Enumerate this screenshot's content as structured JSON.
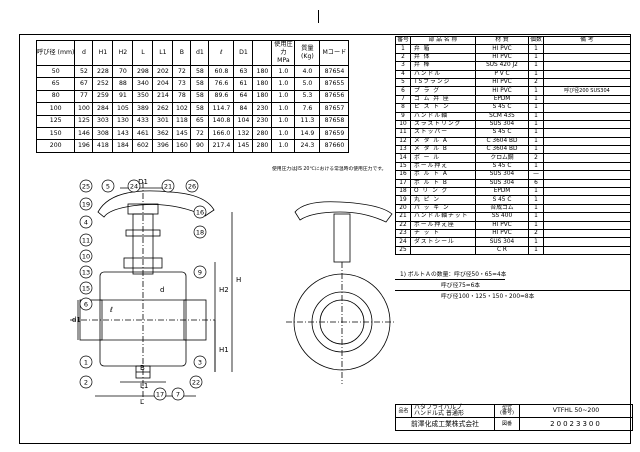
{
  "dimension_table": {
    "header": [
      "呼び径\n(mm)",
      "d",
      "H1",
      "H2",
      "L",
      "L1",
      "B",
      "d1",
      "ℓ",
      "D1",
      "使用圧力\nMPa",
      "質量\n(Kg)",
      "Mコード"
    ],
    "rows": [
      [
        "50",
        "52",
        "228",
        "70",
        "298",
        "202",
        "72",
        "58",
        "60.8",
        "63",
        "180",
        "1.0",
        "4.0",
        "87654"
      ],
      [
        "65",
        "67",
        "252",
        "88",
        "340",
        "204",
        "73",
        "58",
        "76.6",
        "61",
        "180",
        "1.0",
        "5.0",
        "87655"
      ],
      [
        "80",
        "77",
        "259",
        "91",
        "350",
        "214",
        "78",
        "58",
        "89.6",
        "64",
        "180",
        "1.0",
        "5.3",
        "87656"
      ],
      [
        "100",
        "100",
        "284",
        "105",
        "389",
        "262",
        "102",
        "58",
        "114.7",
        "84",
        "230",
        "1.0",
        "7.6",
        "87657"
      ],
      [
        "125",
        "125",
        "303",
        "130",
        "433",
        "301",
        "118",
        "65",
        "140.8",
        "104",
        "230",
        "1.0",
        "11.3",
        "87658"
      ],
      [
        "150",
        "146",
        "308",
        "143",
        "461",
        "362",
        "145",
        "72",
        "166.0",
        "132",
        "280",
        "1.0",
        "14.9",
        "87659"
      ],
      [
        "200",
        "196",
        "418",
        "184",
        "602",
        "396",
        "160",
        "90",
        "217.4",
        "145",
        "280",
        "1.0",
        "24.3",
        "87660"
      ]
    ],
    "note": "使用圧力はJIS 20℃における常温時の使用圧力です。"
  },
  "parts_table": {
    "header": [
      "番号",
      "部 品 名 称",
      "材 質",
      "個数",
      "備 考"
    ],
    "rows": [
      [
        "1",
        "弁 箱",
        "HI PVC",
        "1",
        ""
      ],
      [
        "2",
        "弁 体",
        "HI PVC",
        "1",
        ""
      ],
      [
        "3",
        "弁 棒",
        "SUS 420 J2",
        "1",
        ""
      ],
      [
        "4",
        "ハンドル",
        "P V C",
        "1",
        ""
      ],
      [
        "5",
        "TSフランジ",
        "HI PVC",
        "2",
        ""
      ],
      [
        "6",
        "プ ラ グ",
        "HI PVC",
        "1",
        "呼び径200 SUS304"
      ],
      [
        "7",
        "ゴ ム 弁 座",
        "EPDM",
        "1",
        ""
      ],
      [
        "8",
        "ピ ス ト ン",
        "S 45 C",
        "1",
        ""
      ],
      [
        "9",
        "ハンドル軸",
        "SCM 435",
        "1",
        ""
      ],
      [
        "10",
        "スラストリング",
        "SUS 304",
        "1",
        ""
      ],
      [
        "11",
        "ストッパー",
        "S 45 C",
        "1",
        ""
      ],
      [
        "12",
        "メ タ ル A",
        "C 3604 BD",
        "1",
        ""
      ],
      [
        "13",
        "メ タ ル B",
        "C 3604 BD",
        "1",
        ""
      ],
      [
        "14",
        "ボ ー ル",
        "クロム鋼",
        "2",
        ""
      ],
      [
        "15",
        "ボール押え",
        "S 45 C",
        "1",
        ""
      ],
      [
        "16",
        "ボ ル ト A",
        "SUS 304",
        "—",
        ""
      ],
      [
        "17",
        "ボ ル ト B",
        "SUS 304",
        "6",
        ""
      ],
      [
        "18",
        "O リ ン グ",
        "EPDM",
        "1",
        ""
      ],
      [
        "19",
        "丸 ピ ン",
        "S 45 C",
        "1",
        ""
      ],
      [
        "20",
        "パ ッ キ ン",
        "合成ゴム",
        "1",
        ""
      ],
      [
        "21",
        "ハンドル軸ナット",
        "SS 400",
        "1",
        ""
      ],
      [
        "22",
        "ボール押え座",
        "HI PVC",
        "1",
        ""
      ],
      [
        "23",
        "ナ ッ ト",
        "HI PVC",
        "2",
        ""
      ],
      [
        "24",
        "ダストシール",
        "SUS 304",
        "1",
        ""
      ],
      [
        "25",
        "",
        "C R",
        "1",
        ""
      ]
    ]
  },
  "footnotes": {
    "line1": "1) ボルトＡの数量：呼び径50・65=4本",
    "line2": "呼び径75=6本",
    "line3": "呼び径100・125・150・200=8本"
  },
  "drawing_labels": {
    "balloons": [
      "25",
      "5",
      "24",
      "21",
      "26",
      "19",
      "4",
      "11",
      "10",
      "13",
      "15",
      "6",
      "1",
      "2",
      "17",
      "7",
      "22",
      "3",
      "9",
      "18",
      "16"
    ],
    "dims": [
      "D1",
      "H",
      "H2",
      "H1",
      "d1",
      "ℓ",
      "B",
      "L1",
      "L",
      "d"
    ]
  },
  "title_block": {
    "product_line1": "バタフライバルブ",
    "product_line2": "ハンドル式  普通形",
    "name_label": "品名",
    "model_label": "型式\n(番号)",
    "model_value": "VTFHL  50~200",
    "company": "前澤化成工業株式会社",
    "drawing_no_label": "図番",
    "drawing_no": "20023300"
  }
}
